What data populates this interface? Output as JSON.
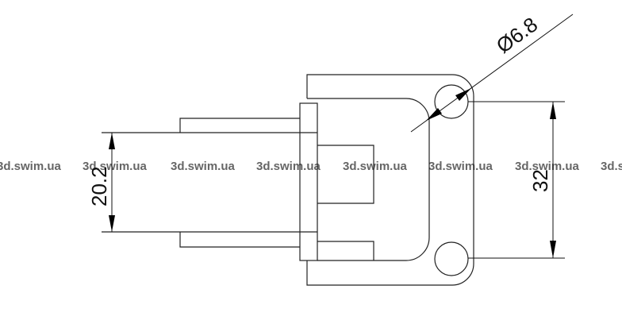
{
  "drawing": {
    "dimensions": {
      "pipe_spacing": "20.2",
      "hole_spacing": "32",
      "hole_diameter": "Ø6.8"
    },
    "watermark": "3d.swim.ua"
  }
}
